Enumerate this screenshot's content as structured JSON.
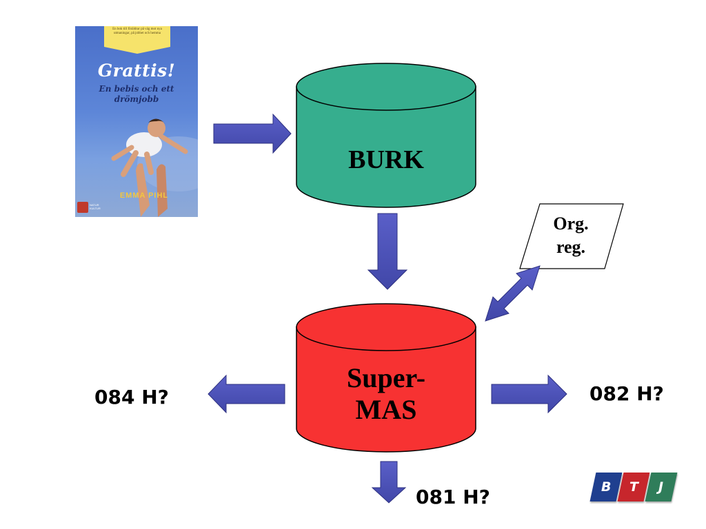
{
  "book": {
    "banner_text": "En bok till föräldrar på väg mot nya utmaningar, på jobbet och hemma",
    "title": "Grattis!",
    "subtitle": "En bebis och ett drömjobb",
    "author": "EMMA PIHL",
    "publisher": "NATUR KULTUR"
  },
  "nodes": {
    "burk": {
      "label": "BURK",
      "color": "#36ae8e"
    },
    "supermas": {
      "label_line1": "Super-",
      "label_line2": "MAS",
      "color": "#f73232"
    },
    "orgreg": {
      "label_line1": "Org.",
      "label_line2": "reg."
    }
  },
  "outputs": {
    "left": "084 H?",
    "right": "082 H?",
    "bottom": "081 H?"
  },
  "arrow_color": "#4f53b8",
  "logo": {
    "letters": [
      "B",
      "T",
      "J"
    ],
    "colors": [
      "#1f3f8f",
      "#c7262c",
      "#2f7d5a"
    ]
  }
}
